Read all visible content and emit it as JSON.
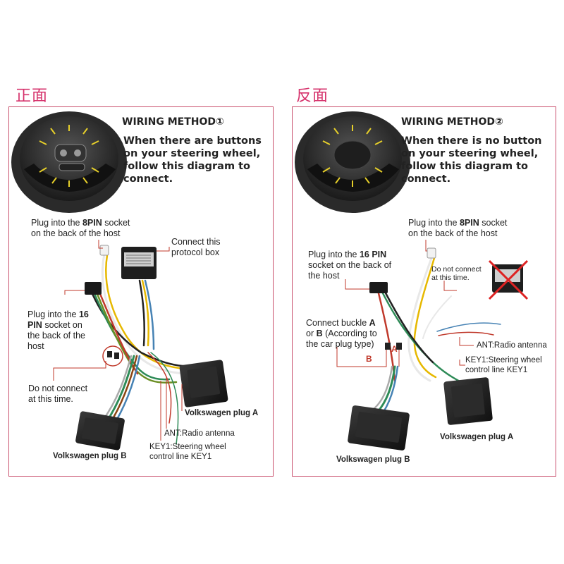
{
  "left": {
    "side_title": "正面",
    "method": "WIRING METHOD①",
    "subtitle": [
      "When there are buttons",
      "on your steering wheel,",
      "follow this diagram to",
      "connect."
    ],
    "plug8_pre": "Plug into the ",
    "plug8_bold": "8PIN",
    "plug8_post": " socket",
    "plug8_line2": "on the back of the host",
    "protocol": [
      "Connect this",
      "protocol box"
    ],
    "plug16_pre": "Plug into the ",
    "plug16_bold1": "16",
    "plug16_bold2": "PIN",
    "plug16_post": " socket  on",
    "plug16_line3": "the back of the",
    "plug16_line4": "host",
    "donot": [
      "Do not connect",
      "at this time."
    ],
    "vw_a": "Volkswagen plug A",
    "vw_b": "Volkswagen plug B",
    "ant": "ANT:Radio antenna",
    "key1": [
      "KEY1:Steering wheel",
      "control line KEY1"
    ]
  },
  "right": {
    "side_title": "反面",
    "method": "WIRING METHOD②",
    "subtitle": [
      "When there is no button",
      "on your steering wheel,",
      "follow this diagram to",
      "connect."
    ],
    "plug8_pre": "Plug into the ",
    "plug8_bold": "8PIN",
    "plug8_post": " socket",
    "plug8_line2": "on the back of the host",
    "plug16_pre": "Plug into the ",
    "plug16_bold": "16 PIN",
    "plug16_line2": "socket on the back of",
    "plug16_line3": "the host",
    "donot": [
      "Do not connect",
      "at this time."
    ],
    "buckle_pre": "Connect buckle ",
    "buckle_a": "A",
    "buckle_line2_pre": "or ",
    "buckle_b": "B",
    "buckle_line2_post": " (According to",
    "buckle_line3": "the car plug type)",
    "mark_a": "A",
    "mark_b": "B",
    "ant": "ANT:Radio antenna",
    "key1": [
      "KEY1:Steering wheel",
      "control line KEY1"
    ],
    "vw_a": "Volkswagen plug A",
    "vw_b": "Volkswagen plug B"
  },
  "colors": {
    "accent": "#d6336c",
    "border": "#c9506e",
    "leader": "#c0392b"
  }
}
